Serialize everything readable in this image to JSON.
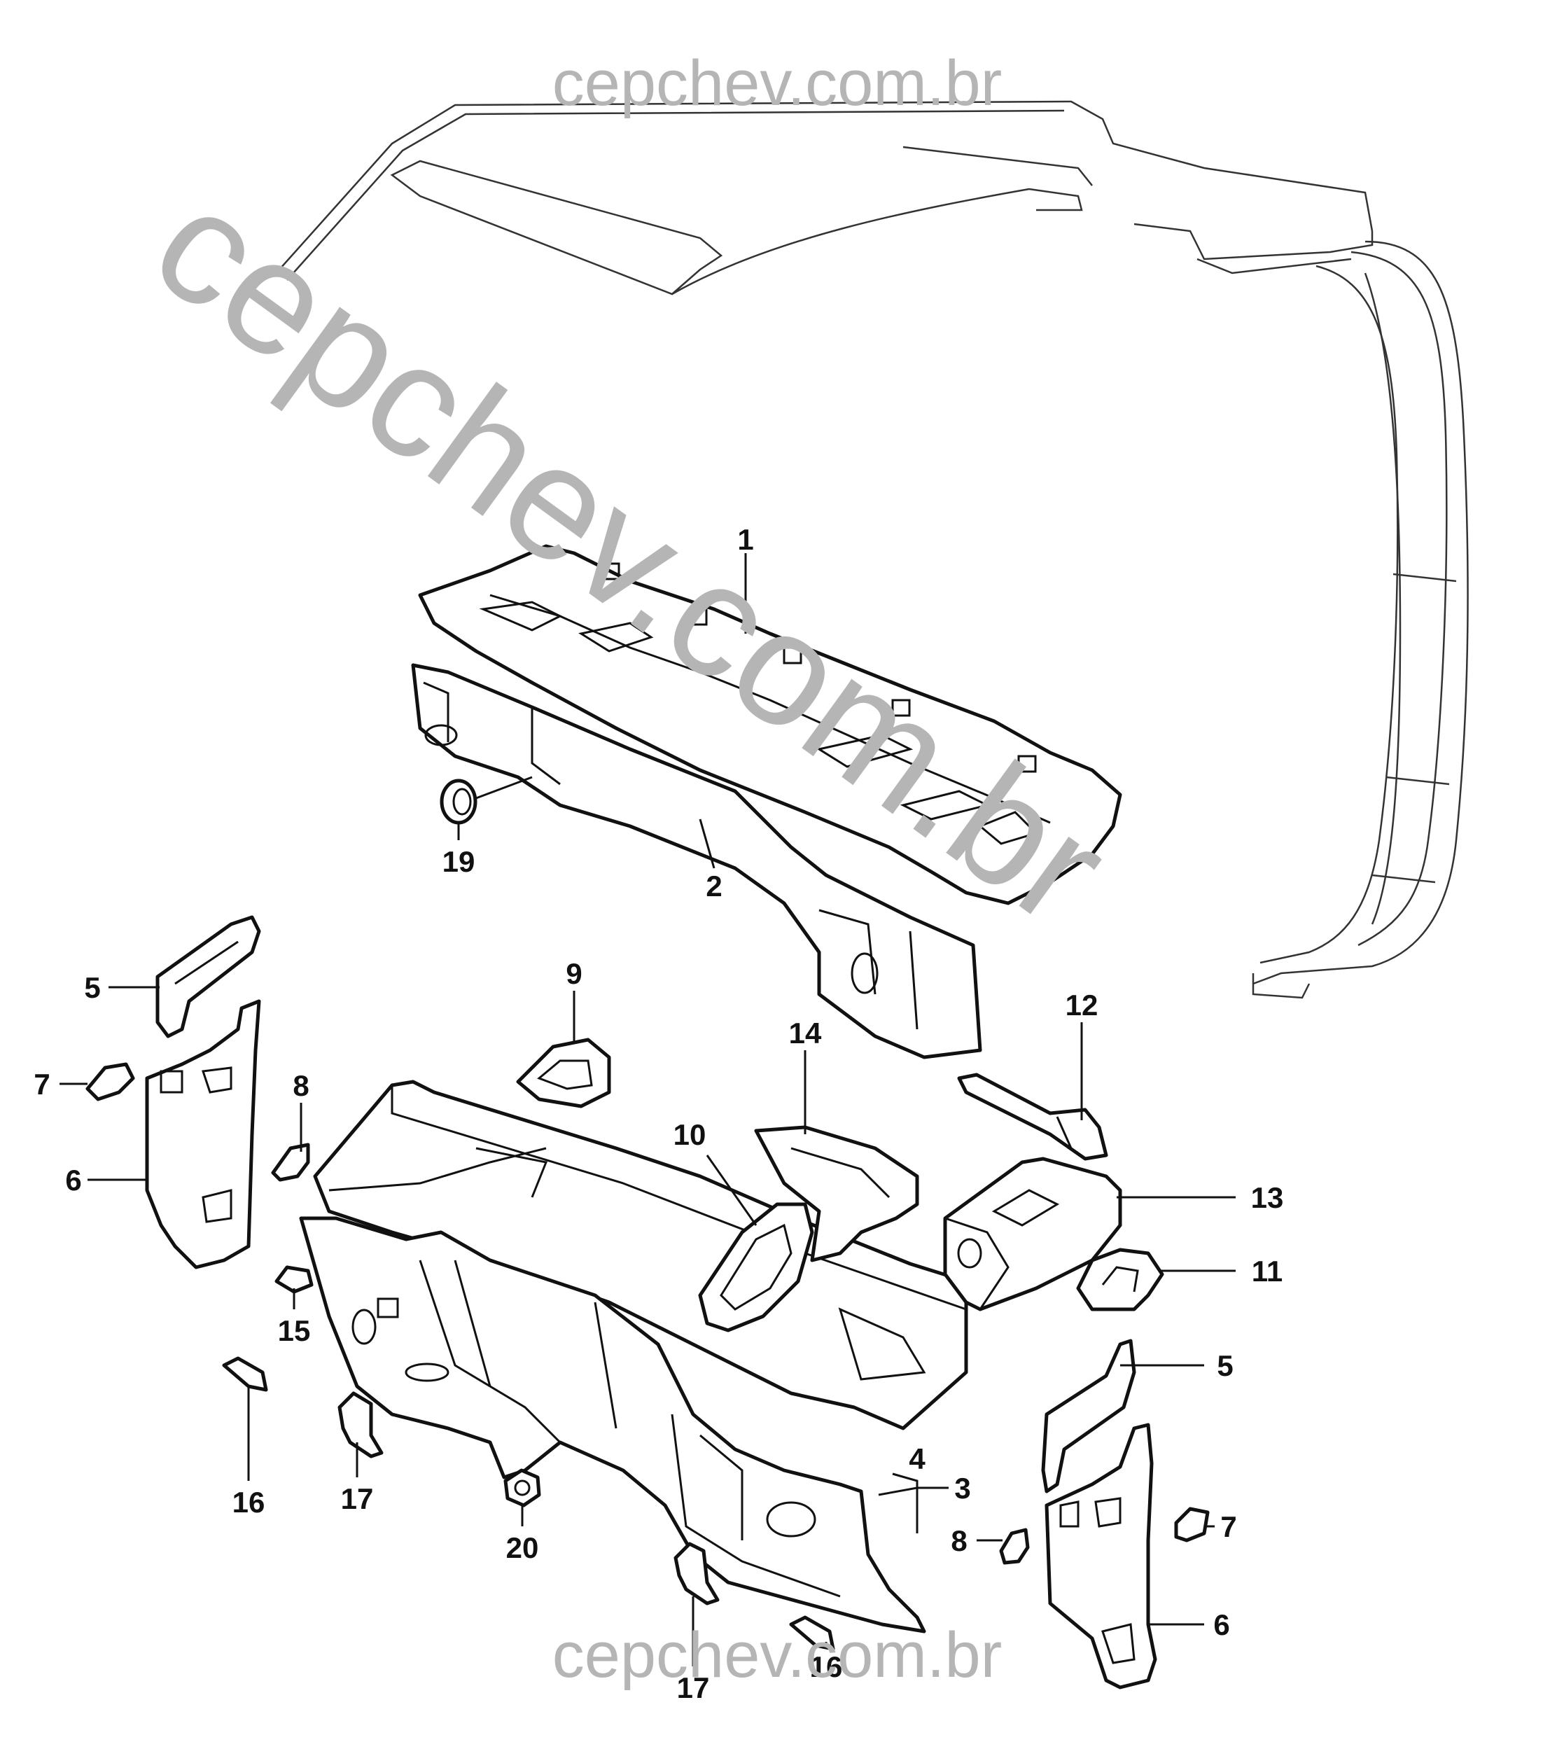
{
  "watermark": {
    "top": "cepchev.com.br",
    "diagonal": "cepchev.com.br",
    "bottom": "cepchev.com.br",
    "color": "#b5b5b5"
  },
  "callouts": {
    "c1": "1",
    "c2": "2",
    "c3": "3",
    "c4": "4",
    "c5a": "5",
    "c5b": "5",
    "c6a": "6",
    "c6b": "6",
    "c7a": "7",
    "c7b": "7",
    "c8a": "8",
    "c8b": "8",
    "c9": "9",
    "c10": "10",
    "c11": "11",
    "c12": "12",
    "c13": "13",
    "c14": "14",
    "c15": "15",
    "c16a": "16",
    "c16b": "16",
    "c17a": "17",
    "c17b": "17",
    "c19": "19",
    "c20": "20"
  },
  "colors": {
    "line": "#111111",
    "background": "#ffffff"
  }
}
